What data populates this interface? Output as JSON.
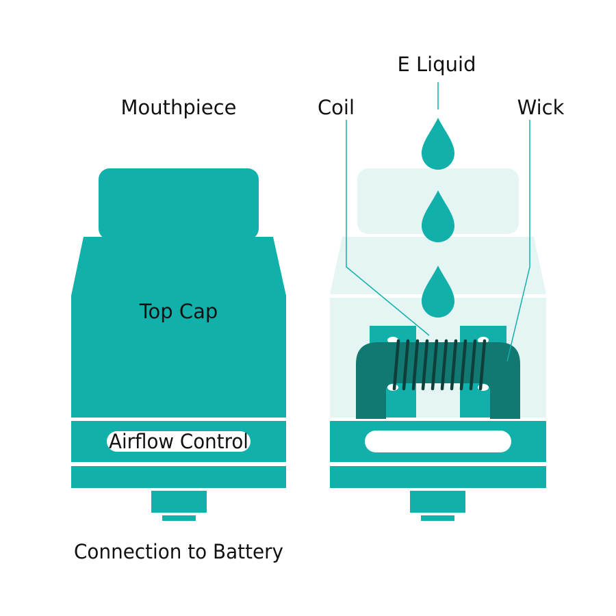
{
  "labels": {
    "mouthpiece": "Mouthpiece",
    "top_cap": "Top Cap",
    "airflow_control": "Airflow Control",
    "connection_to_battery": "Connection to Battery",
    "e_liquid": "E Liquid",
    "coil": "Coil",
    "wick": "Wick"
  },
  "colors": {
    "teal": "#12b0aa",
    "dark_teal": "#127872",
    "pale_teal": "#e4f5f3",
    "text": "#111111",
    "background": "#ffffff"
  }
}
